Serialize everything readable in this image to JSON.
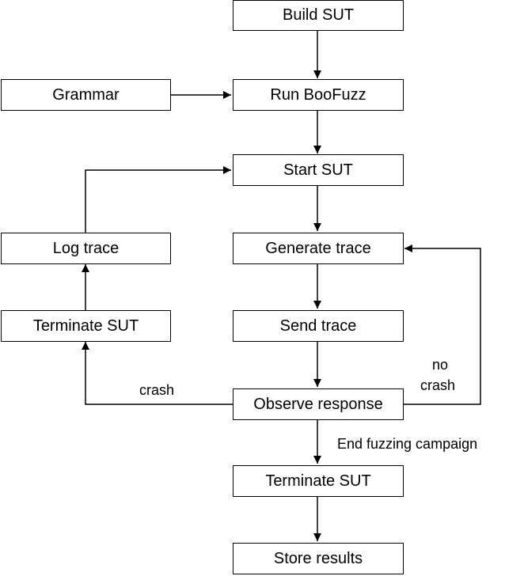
{
  "nodes": {
    "build_sut": "Build SUT",
    "grammar": "Grammar",
    "run_boofuzz": "Run BooFuzz",
    "start_sut": "Start SUT",
    "log_trace": "Log trace",
    "generate_trace": "Generate trace",
    "terminate_sut_left": "Terminate SUT",
    "send_trace": "Send trace",
    "observe_response": "Observe response",
    "terminate_sut_bottom": "Terminate SUT",
    "store_results": "Store results"
  },
  "edge_labels": {
    "crash": "crash",
    "no_crash_1": "no",
    "no_crash_2": "crash",
    "end_campaign": "End fuzzing campaign"
  }
}
